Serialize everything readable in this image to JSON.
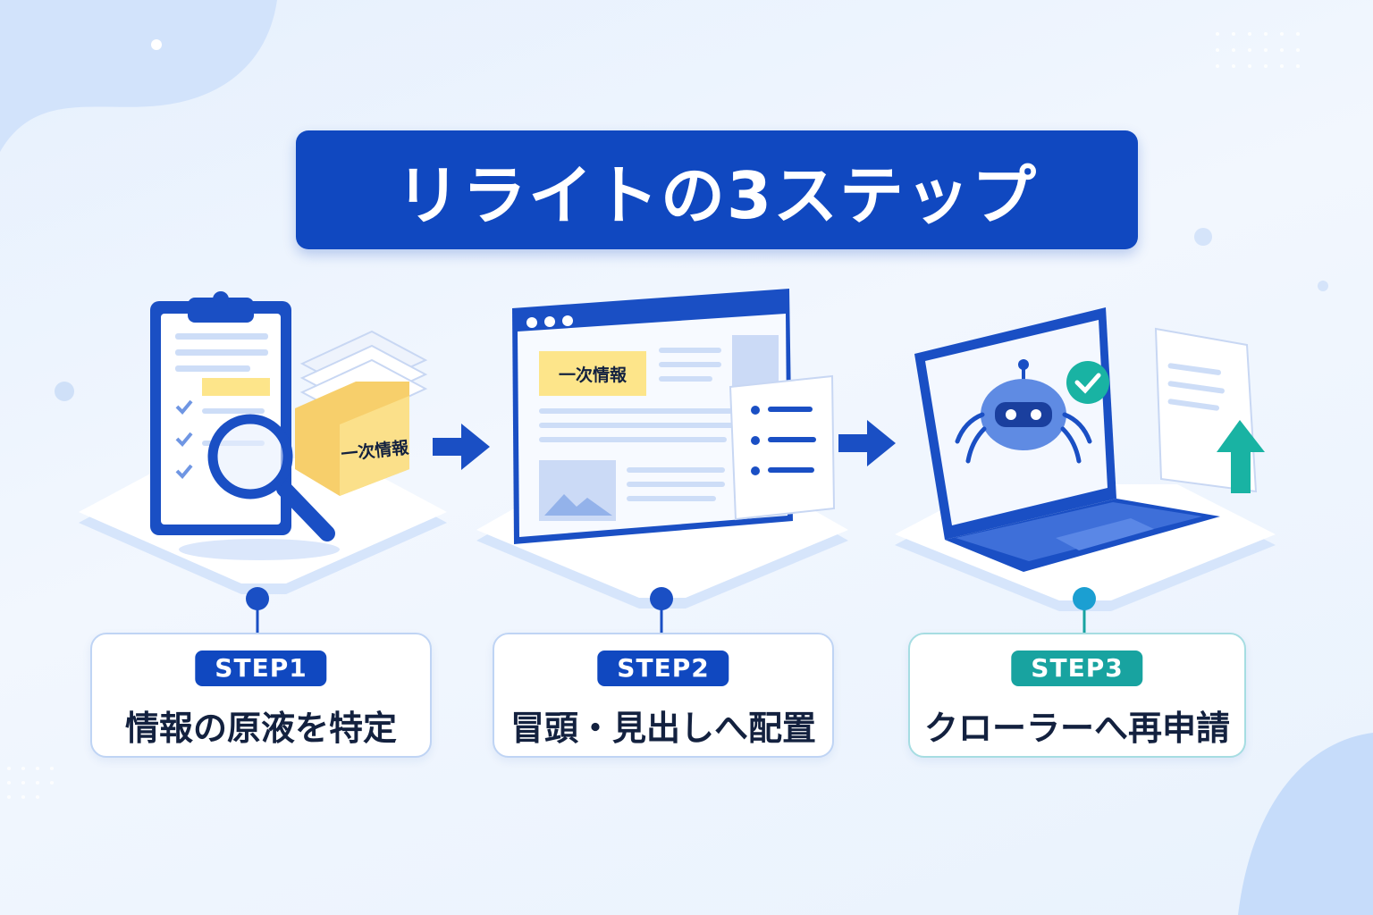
{
  "title": "リライトの3ステップ",
  "steps": [
    {
      "badge": "STEP1",
      "label": "情報の原液を特定",
      "illustration_tag": "一次情報",
      "accent": "#1048c0"
    },
    {
      "badge": "STEP2",
      "label": "冒頭・見出しへ配置",
      "illustration_tag": "一次情報",
      "accent": "#1048c0"
    },
    {
      "badge": "STEP3",
      "label": "クローラーへ再申請",
      "accent": "#18a3a0"
    }
  ],
  "colors": {
    "primary": "#1048c0",
    "teal": "#18a3a0",
    "tag_yellow": "#fde58a",
    "background": "#eaf2fd"
  }
}
